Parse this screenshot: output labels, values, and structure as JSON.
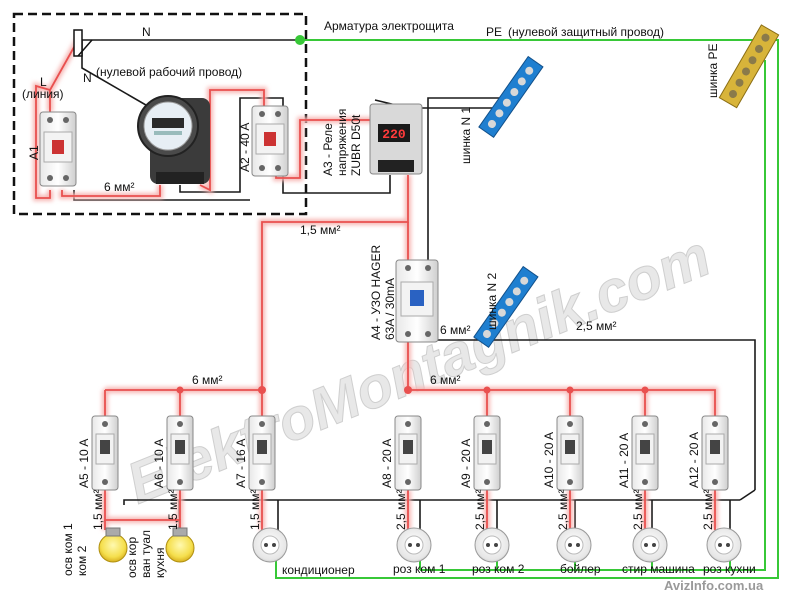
{
  "labels": {
    "armatura": "Арматура электрощита",
    "n_top": "N",
    "pe": "PE",
    "pe_desc": "(нулевой защитный провод)",
    "shinka_pe": "шинка PE",
    "l": "L",
    "l_desc": "(линия)",
    "n_work": "N",
    "n_work_desc": "(нулевой рабочий провод)",
    "a1": "A1",
    "a2": "A2 - 40 A",
    "mm6_meter": "6 мм²",
    "a3_1": "A3 - Реле",
    "a3_2": "напряжения",
    "a3_3": "ZUBR D50t",
    "relay_display": "220",
    "shinka_n1": "шинка N 1",
    "mm15_top": "1,5 мм²",
    "a4_1": "A4 - УЗО HAGER",
    "a4_2": "63A / 30mA",
    "shinka_n2": "шинка N 2",
    "mm6_uzo": "6 мм²",
    "mm25_n2": "2,5 мм²",
    "mm6_left": "6 мм²",
    "mm6_right": "6 мм²",
    "watermark": "ElektroMontagnik.com",
    "avizinfo": "AvizInfo.com.ua"
  },
  "breakers": [
    {
      "label": "A5 - 10 A",
      "wire": "1,5 мм²"
    },
    {
      "label": "A6 - 10 A",
      "wire": "1,5 мм²"
    },
    {
      "label": "A7 - 16 A",
      "wire": "1,5 мм²"
    },
    {
      "label": "A8 - 20 A",
      "wire": "2,5 мм²"
    },
    {
      "label": "A9 - 20 A",
      "wire": "2,5 мм²"
    },
    {
      "label": "A10 - 20 A",
      "wire": "2,5 мм²"
    },
    {
      "label": "A11 - 20 A",
      "wire": "2,5 мм²"
    },
    {
      "label": "A12 - 20 A",
      "wire": "2,5 мм²"
    }
  ],
  "loads": {
    "lamp1": [
      "осв ком 1",
      "ком 2"
    ],
    "lamp2": [
      "осв кор",
      "ван туал",
      "кухня"
    ],
    "conditioner": "кондиционер",
    "outlets": [
      "роз ком 1",
      "роз ком 2",
      "бойлер",
      "стир машина",
      "роз кухни"
    ]
  },
  "colors": {
    "phase": "#e9504f",
    "phase_glow": "#f6b5b3",
    "neutral": "#1a1a1a",
    "pe": "#37c837",
    "bus_n": "#1f7fd0",
    "bus_pe": "#d8b43a"
  }
}
